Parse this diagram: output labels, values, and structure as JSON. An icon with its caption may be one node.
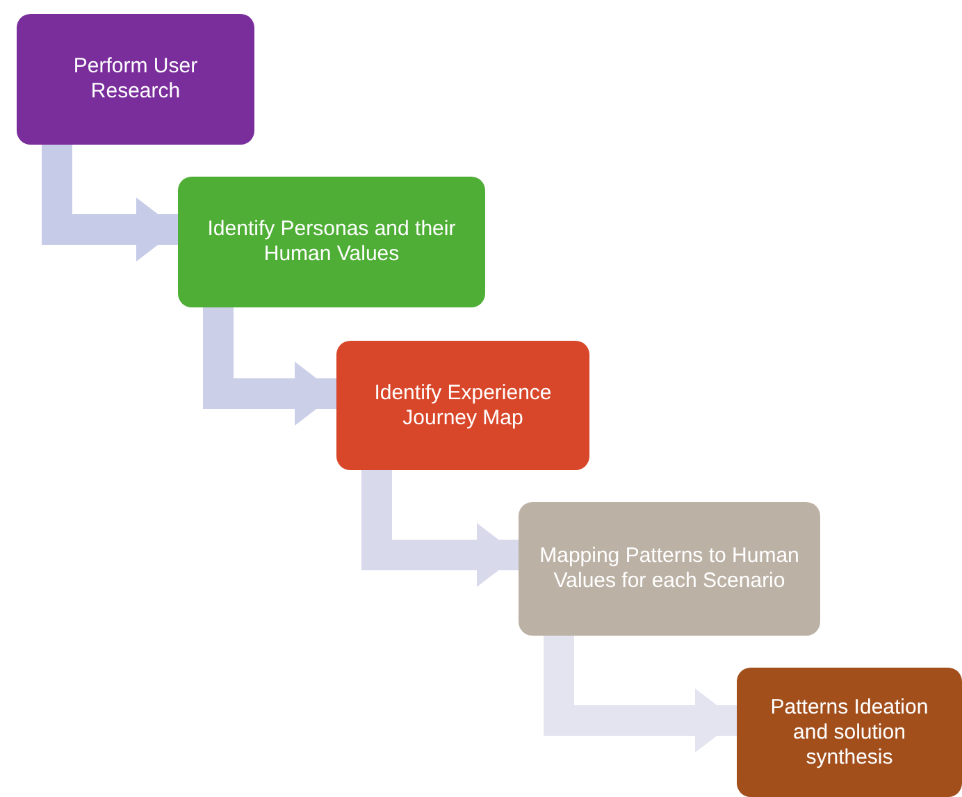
{
  "diagram": {
    "nodes": [
      {
        "text": [
          "Perform User Research"
        ]
      },
      {
        "text": [
          "Identify Personas and their Human Values"
        ]
      },
      {
        "text": [
          "Identify Experience Journey Map"
        ]
      },
      {
        "text": [
          "Mapping Patterns to Human Values for each Scenario"
        ]
      },
      {
        "text": [
          "Patterns Ideation and solution synthesis"
        ]
      }
    ],
    "edges": [
      {
        "from": 0,
        "to": 1,
        "arrow": "to"
      },
      {
        "from": 1,
        "to": 2,
        "arrow": "to"
      },
      {
        "from": 2,
        "to": 3,
        "arrow": "to"
      },
      {
        "from": 3,
        "to": 4,
        "arrow": "to"
      }
    ]
  }
}
